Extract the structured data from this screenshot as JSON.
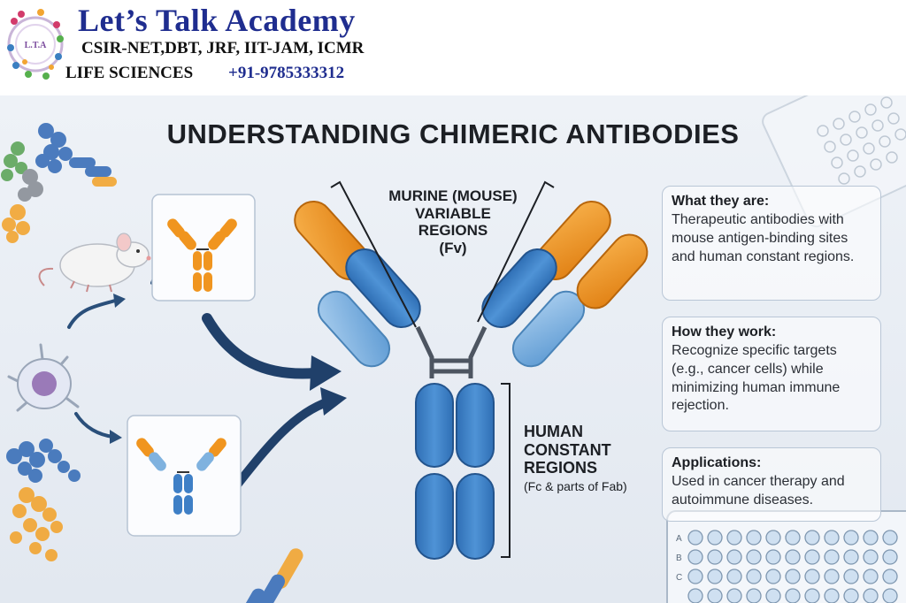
{
  "header": {
    "brand": "Let’s Talk Academy",
    "exams": "CSIR-NET,DBT, JRF, IIT-JAM, ICMR",
    "subject": "LIFE SCIENCES",
    "phone": "+91-9785333312",
    "logo_text": "L.T.A"
  },
  "title": "UNDERSTANDING CHIMERIC ANTIBODIES",
  "labels": {
    "murine_line1": "MURINE (MOUSE)",
    "murine_line2": "VARIABLE",
    "murine_line3": "REGIONS",
    "murine_line4": "(Fv)",
    "human_line1": "HUMAN",
    "human_line2": "CONSTANT",
    "human_line3": "REGIONS",
    "human_line4": "(Fc & parts of Fab)"
  },
  "cards": [
    {
      "heading": "What they are:",
      "body": "Therapeutic antibodies with mouse antigen-binding sites and human constant regions."
    },
    {
      "heading": "How they work:",
      "body": "Recognize specific targets (e.g., cancer cells) while minimizing human immune rejection."
    },
    {
      "heading": "Applications:",
      "body": "Used in cancer therapy and autoimmune diseases."
    }
  ],
  "plate_letters": [
    "A",
    "B",
    "C"
  ],
  "colors": {
    "murine": "#f0951f",
    "human": "#3e7fc6",
    "human_light": "#7fb2df",
    "brand": "#1f2d8f"
  }
}
